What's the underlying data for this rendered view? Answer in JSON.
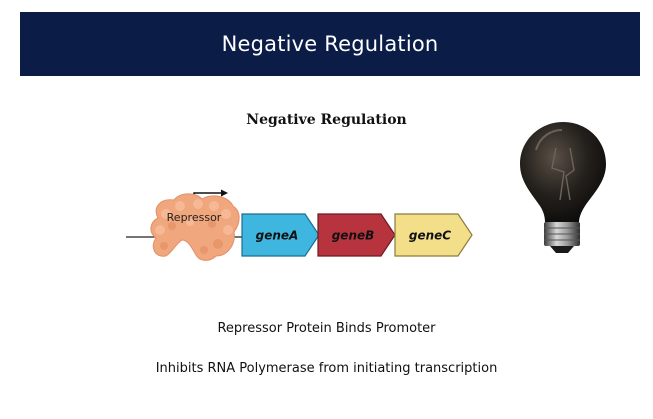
{
  "header": {
    "title": "Negative Regulation"
  },
  "diagram": {
    "subtitle": "Negative Regulation",
    "repressor_label": "Repressor",
    "genes": [
      {
        "name": "geneA",
        "color": "#3fb6e0"
      },
      {
        "name": "geneB",
        "color": "#b7343f"
      },
      {
        "name": "geneC",
        "color": "#f3df8a"
      }
    ],
    "repressor_color": "#f0a77e",
    "bulb_state": "off",
    "bulb_icon": "light-bulb-icon"
  },
  "captions": {
    "line1": "Repressor Protein Binds Promoter",
    "line2": "Inhibits RNA Polymerase from initiating transcription"
  },
  "colors": {
    "header_bg": "#0b1d47",
    "header_text": "#ffffff"
  }
}
